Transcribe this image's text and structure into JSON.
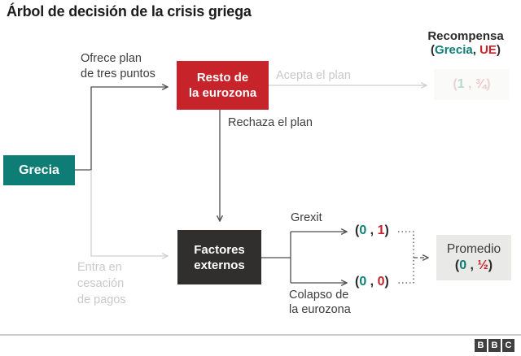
{
  "title": "Árbol de decisión de la crisis griega",
  "legend": {
    "heading": "Recompensa",
    "open": "(",
    "player1": "Grecia",
    "sep": ", ",
    "player2": "UE",
    "close": ")"
  },
  "nodes": {
    "grecia": {
      "label": "Grecia",
      "color": "#0d7d75"
    },
    "eurozona": {
      "label_line1": "Resto de",
      "label_line2": "la eurozona",
      "color": "#c7232b"
    },
    "factores": {
      "label_line1": "Factores",
      "label_line2": "externos",
      "color": "#312f2e"
    }
  },
  "edge_labels": {
    "ofrece_line1": "Ofrece plan",
    "ofrece_line2": "de tres puntos",
    "acepta": "Acepta el plan",
    "rechaza": "Rechaza el plan",
    "entra_line1": "Entra en",
    "entra_line2": "cesación",
    "entra_line3": "de pagos",
    "grexit": "Grexit",
    "colapso_line1": "Colapso de",
    "colapso_line2": "la eurozona"
  },
  "payoffs": {
    "accept": {
      "open": "(",
      "p1": "1",
      "sep": " , ",
      "p2": "¾",
      "close": ")"
    },
    "grexit": {
      "open": "(",
      "p1": "0",
      "sep": " , ",
      "p2": "1",
      "close": ")"
    },
    "colapso": {
      "open": "(",
      "p1": "0",
      "sep": " , ",
      "p2": "0",
      "close": ")"
    },
    "promedio": {
      "label": "Promedio",
      "open": "(",
      "p1": "0",
      "sep": " , ",
      "p2": "½",
      "close": ")"
    }
  },
  "colors": {
    "teal": "#0d7d75",
    "red": "#c7232b",
    "dark_node": "#312f2e",
    "line_dark": "#4f4f4f",
    "line_light": "#d0d0d0",
    "gray_text": "#c9c9c9",
    "promedio_bg": "#e9e9e7"
  },
  "footer": {
    "logo_letters": [
      "B",
      "B",
      "C"
    ]
  }
}
